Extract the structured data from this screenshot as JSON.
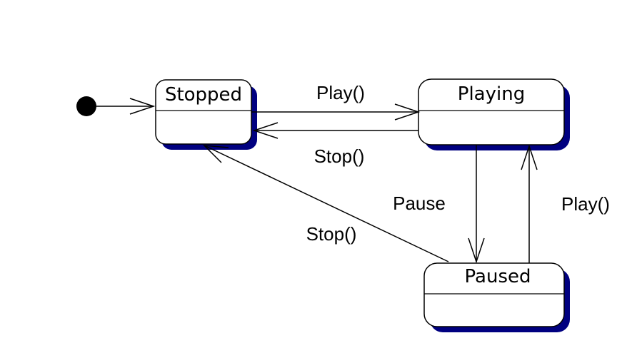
{
  "diagram": {
    "type": "uml-state-diagram",
    "colors": {
      "line": "#000000",
      "shadow": "#000080",
      "background": "#ffffff"
    },
    "states": {
      "stopped": {
        "name": "Stopped"
      },
      "playing": {
        "name": "Playing"
      },
      "paused": {
        "name": "Paused"
      }
    },
    "transitions": {
      "stopped_to_playing": {
        "from": "Stopped",
        "to": "Playing",
        "label": "Play()"
      },
      "playing_to_stopped": {
        "from": "Playing",
        "to": "Stopped",
        "label": "Stop()"
      },
      "playing_to_paused": {
        "from": "Playing",
        "to": "Paused",
        "label": "Pause"
      },
      "paused_to_playing": {
        "from": "Paused",
        "to": "Playing",
        "label": "Play()"
      },
      "paused_to_stopped": {
        "from": "Paused",
        "to": "Stopped",
        "label": "Stop()"
      }
    }
  }
}
